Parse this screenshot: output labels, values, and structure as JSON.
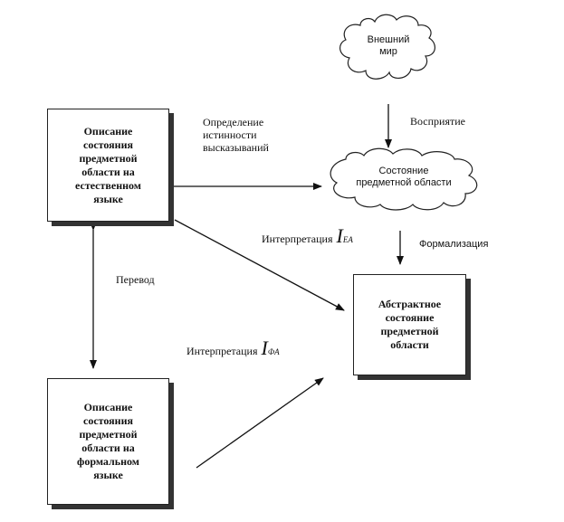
{
  "diagram": {
    "clouds": {
      "external_world": "Внешний\nмир",
      "domain_state": "Состояние\nпредметной области"
    },
    "boxes": {
      "natural_language": "Описание\nсостояния\nпредметной\nобласти на\nестественном\nязыке",
      "formal_language": "Описание\nсостояния\nпредметной\nобласти на\nформальном\nязыке",
      "abstract_state": "Абстрактное\nсостояние\nпредметной\nобласти"
    },
    "labels": {
      "truth_definition": "Определение\nистинности\nвысказываний",
      "perception": "Восприятие",
      "formalization": "Формализация",
      "translation": "Перевод",
      "interpretation_ea": "Интерпретация",
      "interpretation_ea_symbol": "I",
      "interpretation_ea_sub": "EA",
      "interpretation_fa": "Интерпретация",
      "interpretation_fa_symbol": "I",
      "interpretation_fa_sub": "ФA"
    }
  }
}
